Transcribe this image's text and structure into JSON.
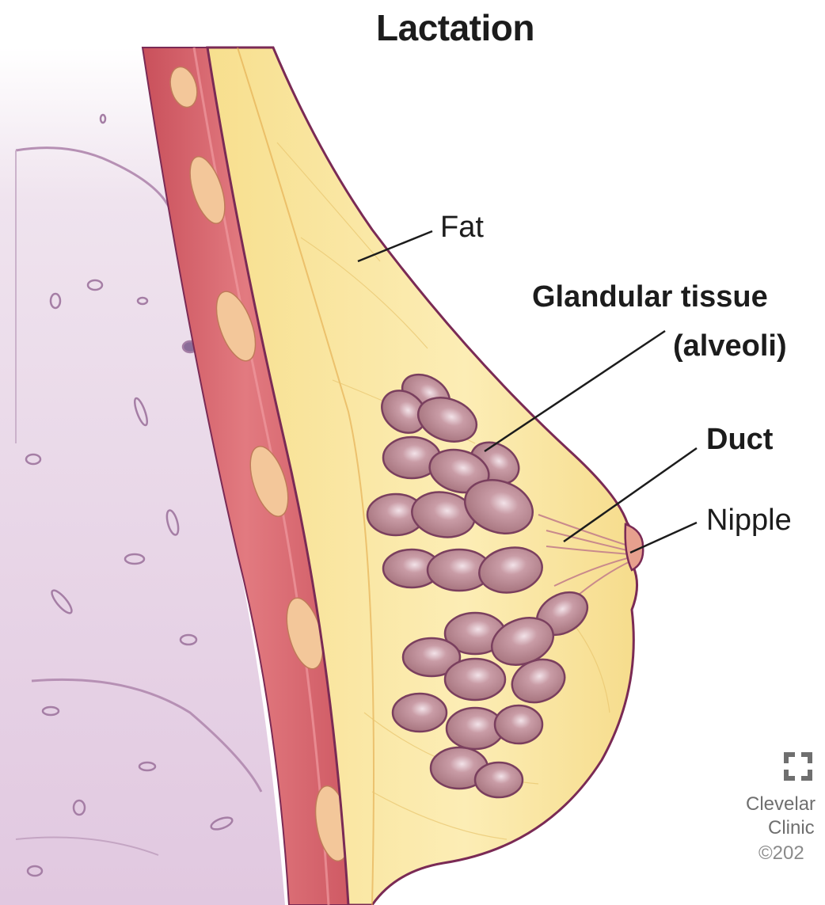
{
  "title": "Lactation",
  "labels": {
    "fat": "Fat",
    "glandular_tissue_line1": "Glandular tissue",
    "glandular_tissue_line2": "(alveoli)",
    "duct": "Duct",
    "nipple": "Nipple"
  },
  "logo": {
    "name_line1": "Clevelar",
    "name_line2": "Clinic",
    "copyright": "©202",
    "mark": "cleveland-clinic-logo-mark"
  },
  "colors": {
    "chest_wall": "#e3cbe2",
    "muscle": "#d9646d",
    "fat": "#fbe9a8",
    "alveoli": "#b98a93",
    "outline": "#7a2a55",
    "leader_line": "#1c1c1c"
  }
}
